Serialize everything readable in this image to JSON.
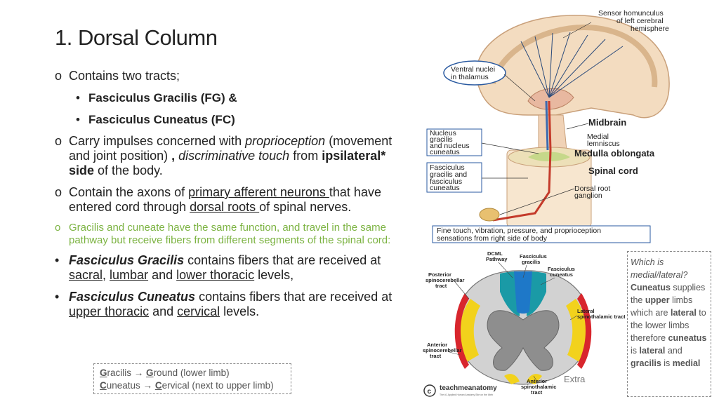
{
  "title": "1. Dorsal Column",
  "bullets": {
    "b1": "Contains two tracts;",
    "b1_sub1": "Fasciculus Gracilis (FG) &",
    "b1_sub2": "Fasciculus Cuneatus (FC)",
    "b2_pre": "Carry impulses concerned with ",
    "b2_prop": "proprioception",
    "b2_mid": " (movement and joint position) ",
    "b2_comma": ",",
    "b2_disc": " discriminative touch",
    "b2_from": " from ",
    "b2_ipsi": "ipsilateral* side",
    "b2_end": " of the body.",
    "b3_pre": "Contain the axons of ",
    "b3_u1": "primary afferent neurons ",
    "b3_mid": "that have entered cord through ",
    "b3_u2": "dorsal roots ",
    "b3_end": "of spinal nerves.",
    "b4": "Gracilis and cuneate have the same function, and travel in the same pathway but receive fibers from different segments of the spinal cord:",
    "b5_name": "Fasciculus Gracilis",
    "b5_pre": " contains fibers that are received at ",
    "b5_u1": "sacral",
    "b5_c": ", ",
    "b5_u2": "lumbar",
    "b5_and": " and ",
    "b5_u3": "lower thoracic",
    "b5_end": " levels,",
    "b6_name": "Fasciculus Cuneatus",
    "b6_pre": " contains fibers that are received at ",
    "b6_u1": "upper thoracic",
    "b6_and": " and ",
    "b6_u2": "cervical",
    "b6_end": " levels."
  },
  "note": {
    "l1_a": "G",
    "l1_b": "racilis ",
    "l1_arrow": "→",
    "l1_c": "G",
    "l1_d": "round (lower limb)",
    "l2_a": "C",
    "l2_b": "uneatus ",
    "l2_arrow": "→",
    "l2_c": "C",
    "l2_d": "ervical (next to upper limb)"
  },
  "sidebox": {
    "q": "Which is medial/lateral?",
    "t1": "Cuneatus",
    "t2": " supplies the ",
    "t3": "upper",
    "t4": " limbs which are ",
    "t5": "lateral",
    "t6": " to the lower limbs therefore ",
    "t7": "cuneatus",
    "t8": " is ",
    "t9": "lateral",
    "t10": " and ",
    "t11": "gracilis",
    "t12": " is ",
    "t13": "medial"
  },
  "extra": "Extra",
  "figure1": {
    "homunculus": [
      "Sensor homunculus",
      "of left cerebral",
      "hemisphere"
    ],
    "thalamus": [
      "Ventral nuclei",
      "in thalamus"
    ],
    "nucleus": [
      "Nucleus",
      "gracilis",
      "and nucleus",
      "cuneatus"
    ],
    "fasciculus": [
      "Fasciculus",
      "gracilis and",
      "fasciculus",
      "cuneatus"
    ],
    "midbrain": "Midbrain",
    "medial_lemniscus": [
      "Medial",
      "lemniscus"
    ],
    "medulla": "Medulla oblongata",
    "spinal_cord": "Spinal cord",
    "dorsal_root": [
      "Dorsal root",
      "ganglion"
    ],
    "caption": [
      "Fine touch, vibration, pressure, and proprioception",
      "sensations from right side of body"
    ]
  },
  "figure2": {
    "dcml": [
      "DCML",
      "Pathway"
    ],
    "gracilis": [
      "Fasciculus",
      "gracilis"
    ],
    "cuneatus": [
      "Fasciculus",
      "cuneatus"
    ],
    "posterior": [
      "Posterior",
      "spinocerebellar",
      "tract"
    ],
    "lateral": [
      "Lateral",
      "spinothalamic tract"
    ],
    "anterior_sc": [
      "Anterior",
      "spinocerebellar",
      "tract"
    ],
    "anterior_st": [
      "Anterior",
      "spinothalamic",
      "tract"
    ],
    "brand": "teachmeanatomy",
    "brand_sub": "The #1 Applied Human Anatomy Site on the Web",
    "colors": {
      "gracilis": "#1e78c8",
      "cuneatus": "#1a9aa6",
      "spinocerebellar": "#d8262d",
      "spinothalamic": "#f2d21c",
      "gray": "#b8b8b8"
    }
  }
}
